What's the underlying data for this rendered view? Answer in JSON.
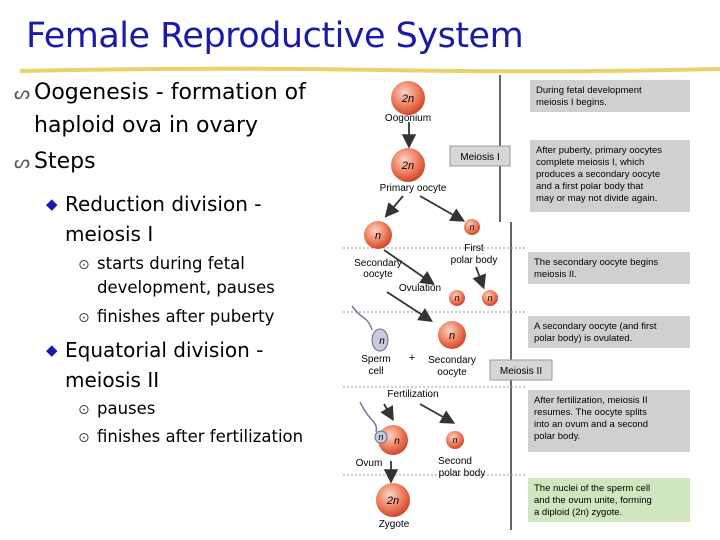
{
  "slide": {
    "title": "Female Reproductive System",
    "bullets": {
      "b1_line1": "Oogenesis - formation of",
      "b1_line2": "haploid ova in ovary",
      "b2": "Steps",
      "sub1_line1": "Reduction division -",
      "sub1_line2": "meiosis I",
      "sub1_a_line1": "starts during fetal",
      "sub1_a_line2": "development, pauses",
      "sub1_b": "finishes after puberty",
      "sub2_line1": "Equatorial division -",
      "sub2_line2": "meiosis II",
      "sub2_a": "pauses",
      "sub2_b": "finishes after fertilization"
    }
  },
  "diagram": {
    "cells": {
      "oogonium_ploidy": "2n",
      "oogonium": "Oogonium",
      "primary_ploidy": "2n",
      "primary": "Primary oocyte",
      "secondary_ploidy": "n",
      "secondary_line1": "Secondary",
      "secondary_line2": "oocyte",
      "first_polar_ploidy": "n",
      "first_polar_line1": "First",
      "first_polar_line2": "polar body",
      "ovulation": "Ovulation",
      "ovulated_pb1": "n",
      "ovulated_pb2": "n",
      "sperm_ploidy": "n",
      "sperm_line1": "Sperm",
      "sperm_line2": "cell",
      "plus": "+",
      "secondary2_ploidy": "n",
      "secondary2_line1": "Secondary",
      "secondary2_line2": "oocyte",
      "fertilization": "Fertilization",
      "ovum_n1": "n",
      "ovum_n2": "n",
      "ovum": "Ovum",
      "second_polar_ploidy": "n",
      "second_polar_line1": "Second",
      "second_polar_line2": "polar body",
      "zygote_ploidy": "2n",
      "zygote": "Zygote"
    },
    "labels": {
      "meiosis1": "Meiosis I",
      "meiosis2": "Meiosis II"
    },
    "notes": {
      "n1_l1": "During fetal development",
      "n1_l2": "meiosis I begins.",
      "n2_l1": "After puberty, primary oocytes",
      "n2_l2": "complete meiosis I, which",
      "n2_l3": "produces a secondary oocyte",
      "n2_l4": "and a first polar body that",
      "n2_l5": "may or may not divide again.",
      "n3_l1": "The secondary oocyte begins",
      "n3_l2": "meiosis II.",
      "n4_l1": "A secondary oocyte (and first",
      "n4_l2": "polar body) is ovulated.",
      "n5_l1": "After fertilization, meiosis II",
      "n5_l2": "resumes. The oocyte splits",
      "n5_l3": "into an ovum and a second",
      "n5_l4": "polar body.",
      "n6_l1": "The nuclei of the sperm cell",
      "n6_l2": "and the ovum unite, forming",
      "n6_l3": "a diploid (2n) zygote."
    },
    "colors": {
      "title": "#1a1aa8",
      "cell": "#e8674a",
      "note_gray": "#d0d0d0",
      "note_green": "#cfe6bf",
      "label_box": "#d6d6d6"
    }
  }
}
